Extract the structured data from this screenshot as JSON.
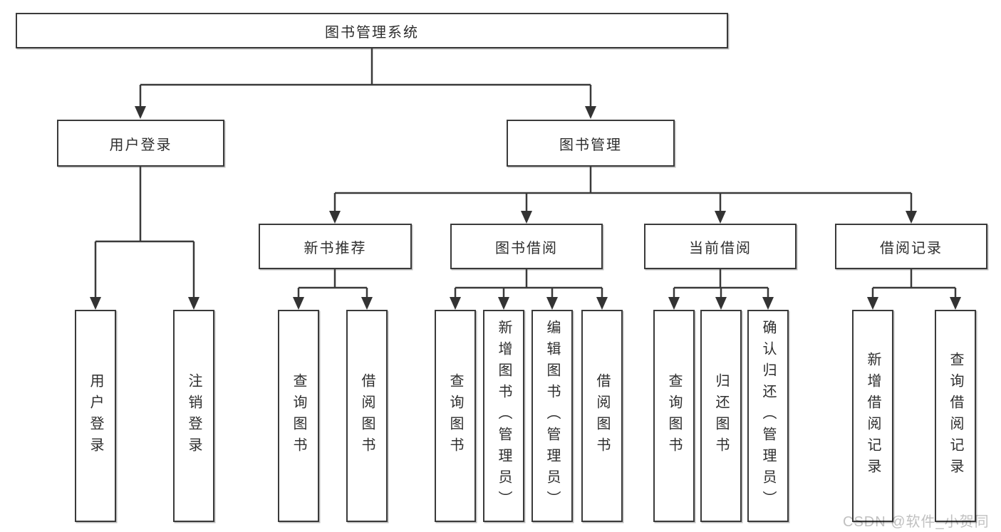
{
  "diagram": {
    "title_node": "图书管理系统",
    "user_login": {
      "label": "用户登录",
      "children": [
        "用户登录",
        "注销登录"
      ]
    },
    "book_management": {
      "label": "图书管理",
      "sections": [
        {
          "label": "新书推荐",
          "children": [
            "查询图书",
            "借阅图书"
          ]
        },
        {
          "label": "图书借阅",
          "children": [
            "查询图书",
            "新增图书（管理员）",
            "编辑图书（管理员）",
            "借阅图书"
          ]
        },
        {
          "label": "当前借阅",
          "children": [
            "查询图书",
            "归还图书",
            "确认归还（管理员）"
          ]
        },
        {
          "label": "借阅记录",
          "children": [
            "新增借阅记录",
            "查询借阅记录"
          ]
        }
      ]
    },
    "watermark": "CSDN @软件_小贺同学",
    "colors": {
      "line": "#3a3a3a",
      "box_border": "#3a3a3a",
      "text": "#2e2e2e",
      "watermark": "#c0c0c0",
      "background": "#ffffff"
    }
  }
}
